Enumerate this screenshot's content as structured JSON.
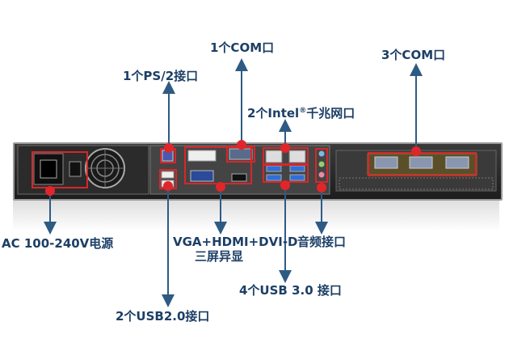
{
  "labels": {
    "com1": "1个COM口",
    "ps2": "1个PS/2接口",
    "com3": "3个COM口",
    "intel_pre": "2个Intel",
    "intel_reg": "®",
    "intel_post": "千兆网口",
    "ac": "AC 100-240V电源",
    "display_line1": "VGA+HDMI+DVI-D",
    "display_line2": "三屏异显",
    "audio": "音频接口",
    "usb3": "4个USB 3.0 接口",
    "usb2": "2个USB2.0接口"
  },
  "colors": {
    "label_text": "#1c3f66",
    "leader_line": "#2e5b84",
    "highlight": "#d7262b",
    "dot": "#e0262b"
  }
}
